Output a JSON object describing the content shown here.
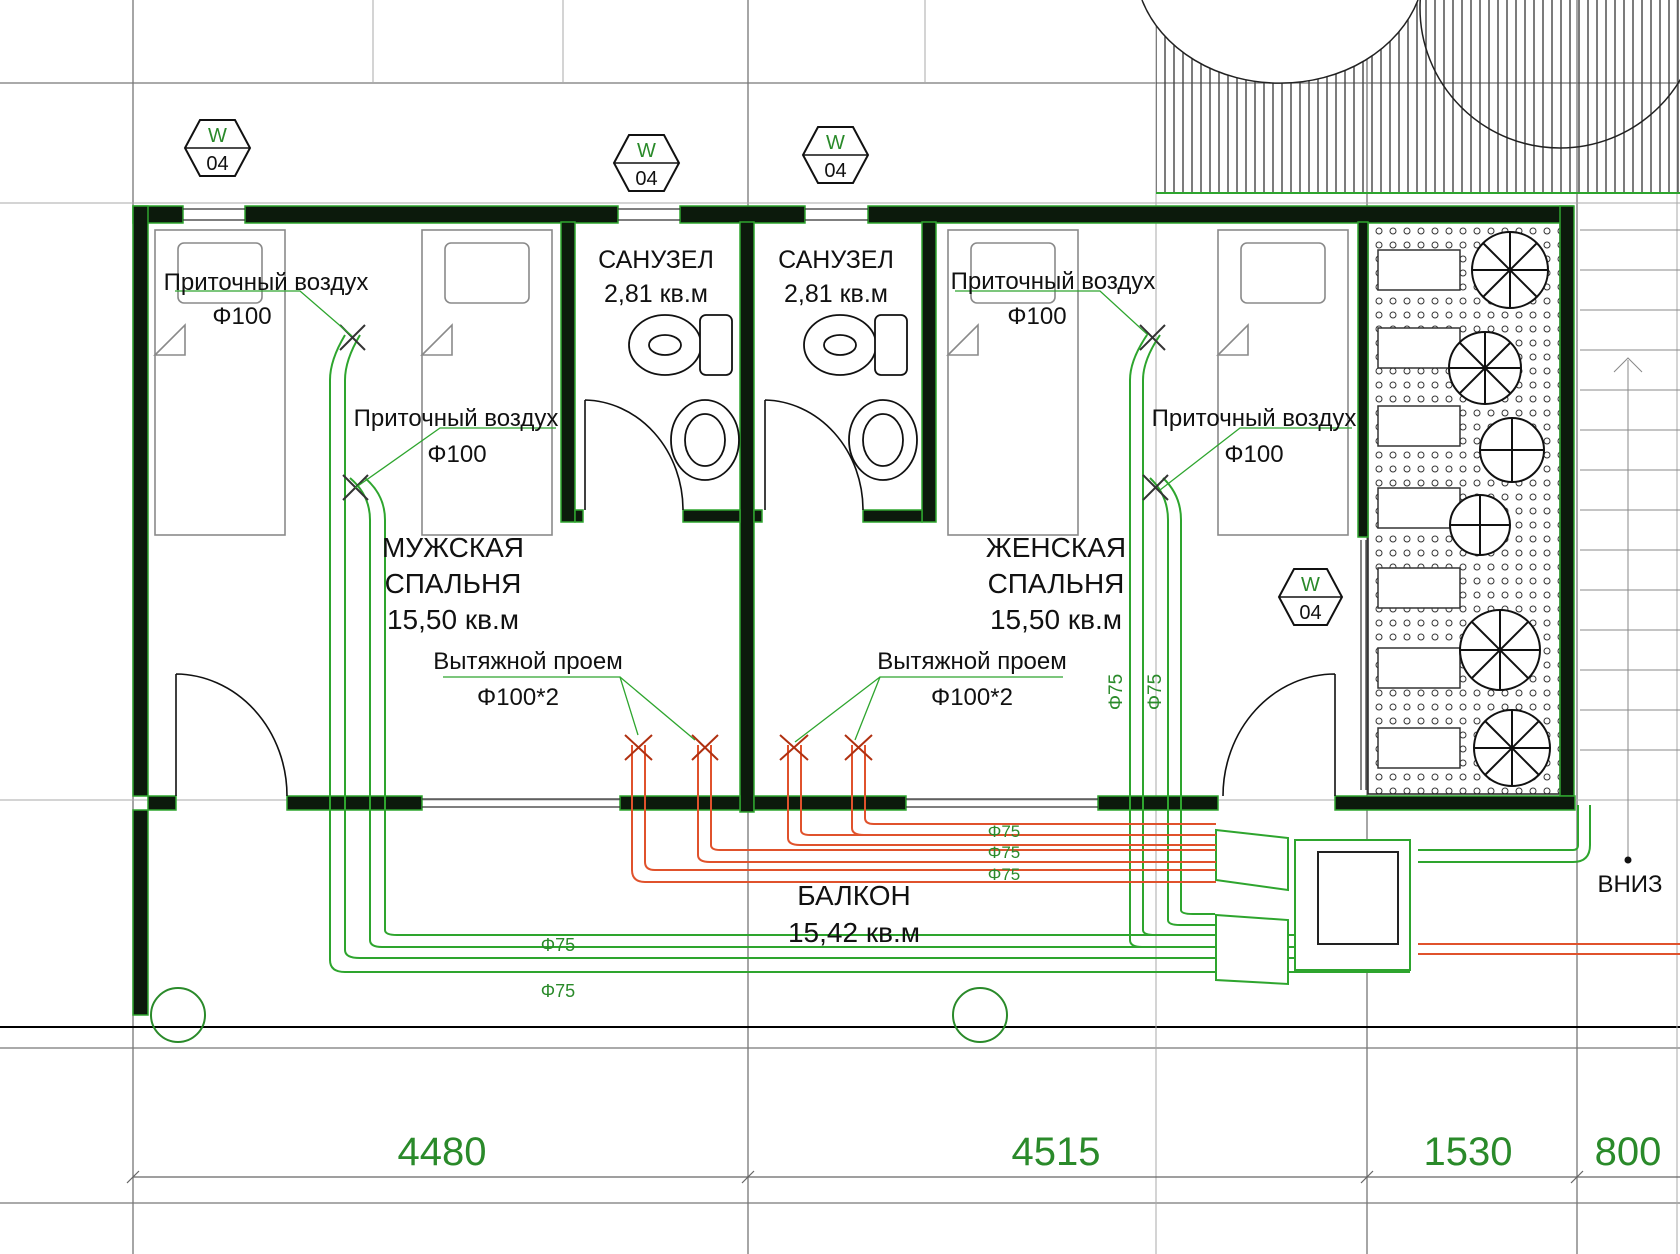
{
  "colors": {
    "wall": "#0c1a0c",
    "wall_edge": "#2ea52e",
    "supply_duct": "#2ea52e",
    "exhaust_duct": "#e0522c",
    "grid": "#777777",
    "furniture": "#8a8a8a",
    "dimension_text": "#2a8a2a"
  },
  "window_tags": [
    {
      "letter": "W",
      "number": "04"
    },
    {
      "letter": "W",
      "number": "04"
    },
    {
      "letter": "W",
      "number": "04"
    },
    {
      "letter": "W",
      "number": "04"
    }
  ],
  "rooms": {
    "bath_left": {
      "name": "САНУЗЕЛ",
      "area": "2,81 кв.м"
    },
    "bath_right": {
      "name": "САНУЗЕЛ",
      "area": "2,81 кв.м"
    },
    "male_bedroom": {
      "name_line1": "МУЖСКАЯ",
      "name_line2": "СПАЛЬНЯ",
      "area": "15,50 кв.м"
    },
    "female_bedroom": {
      "name_line1": "ЖЕНСКАЯ",
      "name_line2": "СПАЛЬНЯ",
      "area": "15,50 кв.м"
    },
    "balcony": {
      "name": "БАЛКОН",
      "area": "15,42 кв.м"
    }
  },
  "annotations": {
    "supply_label": "Приточный воздух",
    "supply_size": "Φ100",
    "exhaust_label": "Вытяжной проем",
    "exhaust_size": "Φ100*2",
    "pipe_size": "Φ75",
    "stairs_down": "ВНИЗ"
  },
  "dimensions": [
    "4480",
    "4515",
    "1530",
    "800"
  ]
}
